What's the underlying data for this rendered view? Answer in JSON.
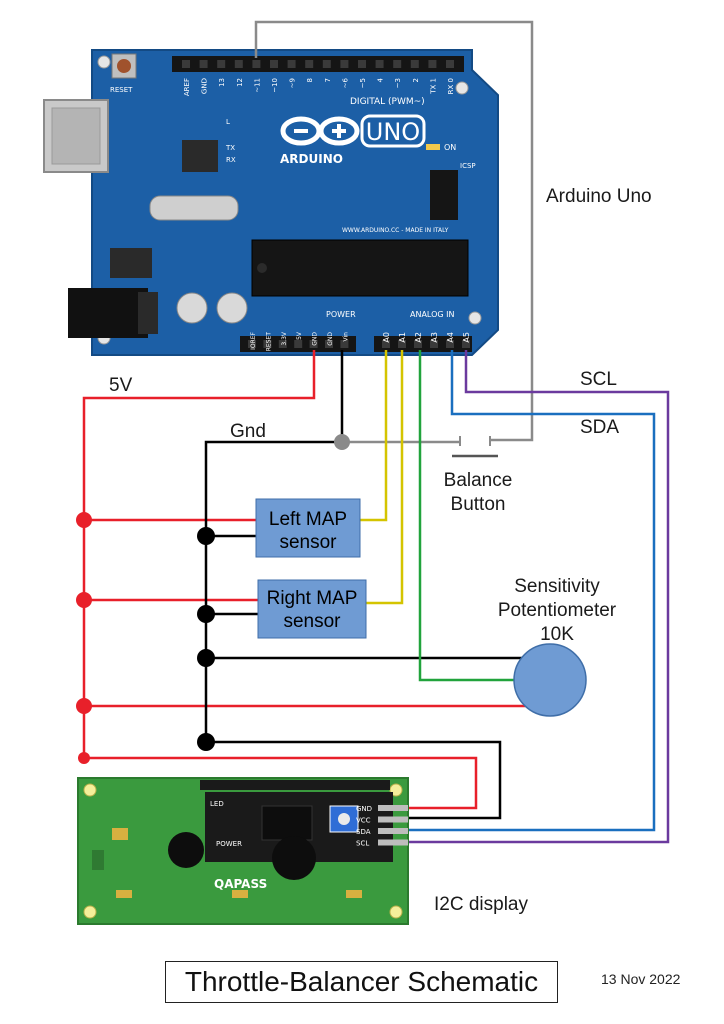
{
  "title": "Throttle-Balancer Schematic",
  "date": "13 Nov 2022",
  "labels": {
    "arduino": "Arduino Uno",
    "v5": "5V",
    "gnd": "Gnd",
    "scl": "SCL",
    "sda": "SDA",
    "balance_line1": "Balance",
    "balance_line2": "Button",
    "sens_line1": "Sensitivity",
    "sens_line2": "Potentiometer",
    "sens_line3": "10K",
    "i2c": "I2C display"
  },
  "sensors": {
    "left_line1": "Left MAP",
    "left_line2": "sensor",
    "right_line1": "Right MAP",
    "right_line2": "sensor"
  },
  "arduino_board": {
    "brand": "ARDUINO",
    "model": "UNO",
    "digital_header": "DIGITAL (PWM~)",
    "digital_pins": [
      "AREF",
      "GND",
      "13",
      "12",
      "~11",
      "~10",
      "~9",
      "8",
      "7",
      "~6",
      "~5",
      "4",
      "~3",
      "2",
      "TX 1",
      "RX 0"
    ],
    "power_header": "POWER",
    "power_pins": [
      "IOREF",
      "RESET",
      "3.3V",
      "5V",
      "GND",
      "GND",
      "Vin"
    ],
    "analog_header": "ANALOG IN",
    "analog_pins": [
      "A0",
      "A1",
      "A2",
      "A3",
      "A4",
      "A5"
    ],
    "reset_label": "RESET",
    "on_label": "ON",
    "icsp_label": "ICSP",
    "tx_label": "TX",
    "rx_label": "RX",
    "l_label": "L",
    "url": "WWW.ARDUINO.CC - MADE IN ITALY"
  },
  "lcd_board": {
    "backpack_pins": [
      "GND",
      "VCC",
      "SDA",
      "SCL"
    ],
    "brand": "QAPASS",
    "led_label": "LED",
    "power_label": "POWER"
  },
  "colors": {
    "v5": "#e8202a",
    "gnd": "#000000",
    "a0_a1": "#d4c400",
    "a2": "#21a33c",
    "sda": "#1a6fbf",
    "scl": "#6b3a9e",
    "aref": "#8a8a8a",
    "sensor_box": "#6f9bd3",
    "pot": "#6f9bd3",
    "arduino_pcb": "#1c5fa6",
    "lcd_pcb": "#3a9a3e"
  }
}
